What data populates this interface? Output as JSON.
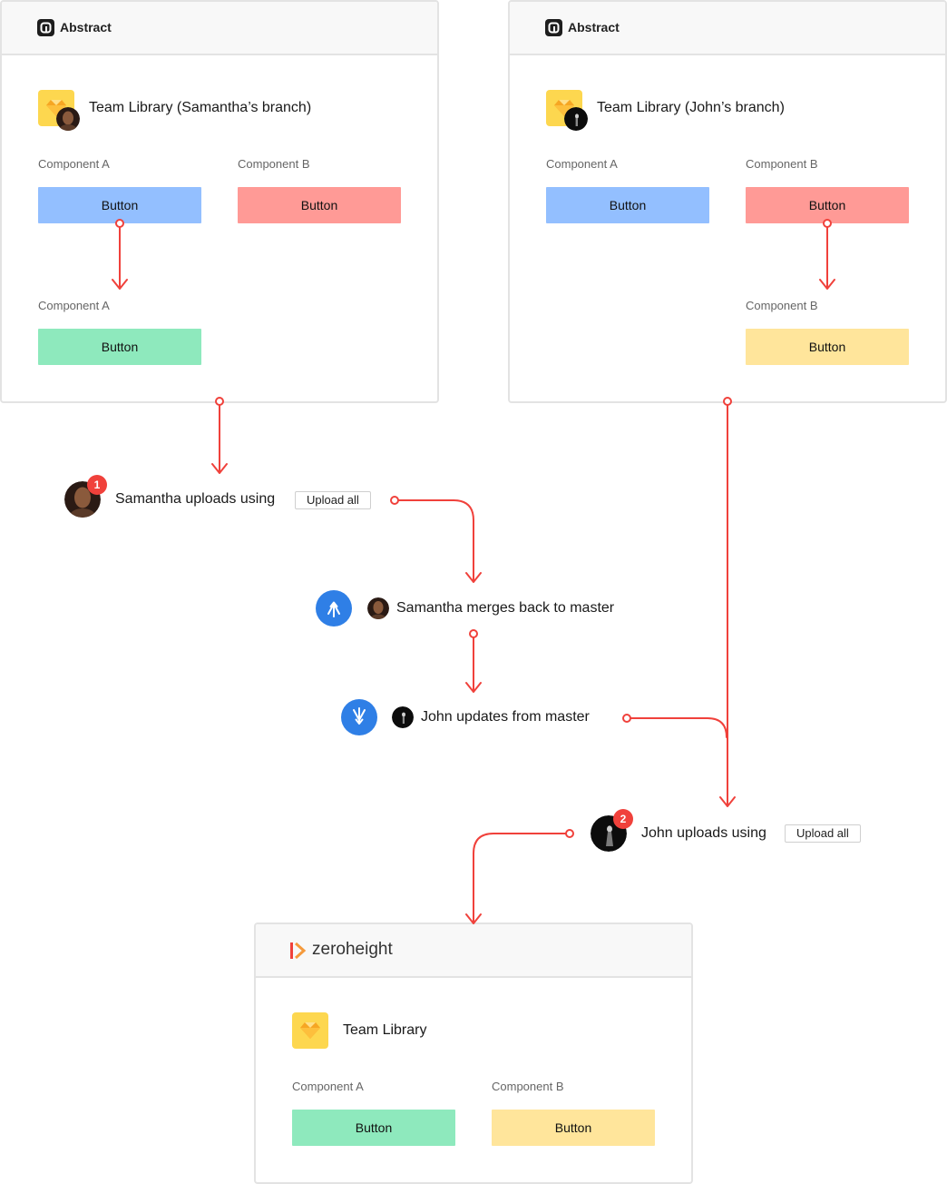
{
  "brands": {
    "abstract": "Abstract",
    "zeroheight": "zeroheight"
  },
  "cards": {
    "samantha": {
      "title": "Team Library (Samantha’s branch)",
      "component_a": "Component A",
      "component_b": "Component B",
      "component_a_updated": "Component A",
      "button": "Button"
    },
    "john": {
      "title": "Team Library (John’s branch)",
      "component_a": "Component A",
      "component_b": "Component B",
      "component_b_updated": "Component B",
      "button": "Button"
    },
    "zeroheight": {
      "title": "Team Library",
      "component_a": "Component A",
      "component_b": "Component B",
      "button": "Button"
    }
  },
  "steps": {
    "samantha_upload": {
      "badge": "1",
      "text": "Samantha uploads using",
      "button": "Upload all"
    },
    "merge": {
      "text": "Samantha merges back to master"
    },
    "update": {
      "text": "John updates from master"
    },
    "john_upload": {
      "badge": "2",
      "text": "John uploads using",
      "button": "Upload all"
    }
  },
  "colors": {
    "connector": "#f0413b",
    "button_blue": "#93bfff",
    "button_red": "#ff9a96",
    "button_green": "#8ee9bd",
    "button_yellow": "#ffe59b",
    "git_icon": "#2f7fe6",
    "library_icon": "#fdd74f"
  },
  "icons": {
    "abstract": "abstract-logo-icon",
    "zeroheight": "zeroheight-logo-icon",
    "library": "sketch-diamond-icon",
    "merge": "git-merge-icon",
    "update": "git-update-icon"
  }
}
